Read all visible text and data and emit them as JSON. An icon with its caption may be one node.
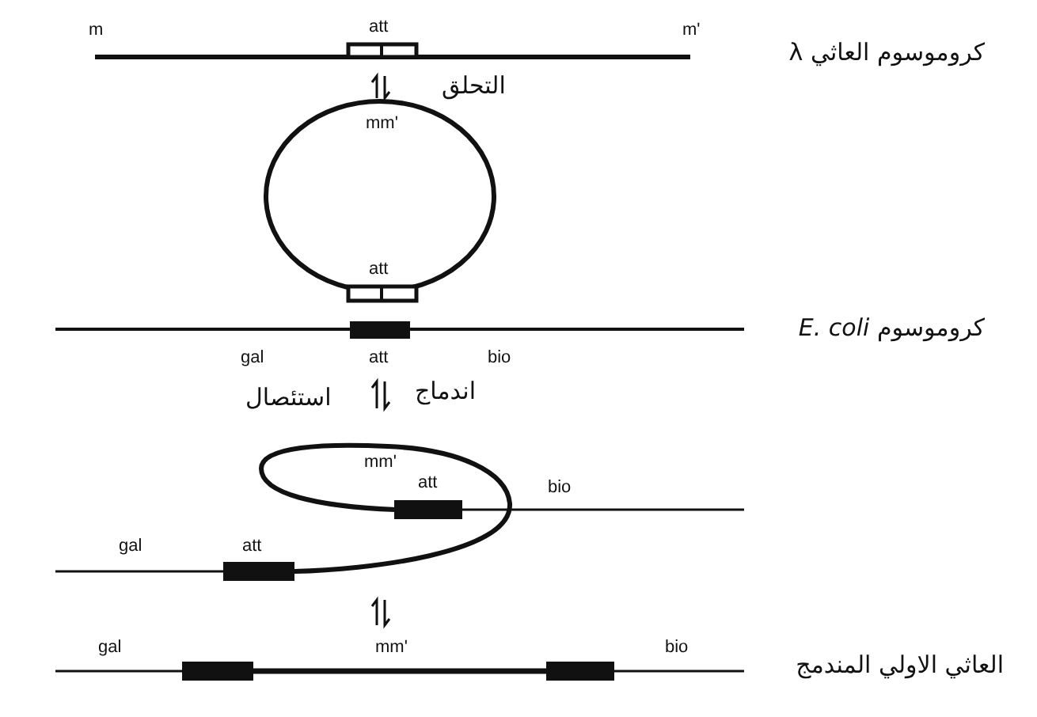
{
  "diagram": {
    "labels": [
      "m",
      "att",
      "m'",
      "كروموسوم العاثي λ",
      "التحلق",
      "mm'",
      "att",
      "كروموسوم *E. coli*",
      "gal",
      "att",
      "bio",
      "استئصال",
      "اندماج",
      "mm'",
      "att",
      "bio",
      "gal",
      "att",
      "gal",
      "mm'",
      "bio",
      "العاثي الاولي المندمج"
    ]
  }
}
